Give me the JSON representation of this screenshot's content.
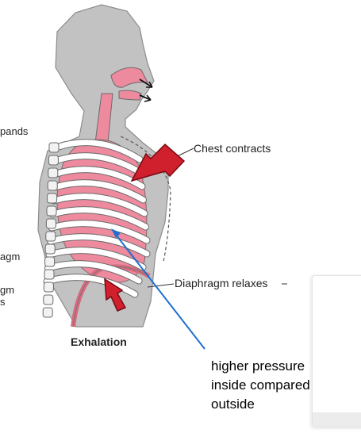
{
  "labels": {
    "inhale_partial": "pands",
    "chest": "Chest contracts",
    "diaphragm_left_1": "agm",
    "diaphragm_left_2": "gm",
    "diaphragm_left_3": "s",
    "diaphragm": "Diaphragm relaxes",
    "caption": "Exhalation"
  },
  "note": {
    "line1": "higher pressure",
    "line2": "inside compared to",
    "line3": "outside"
  },
  "colors": {
    "body": "#c2c2c2",
    "lung": "#ee8a9e",
    "rib": "#ffffff",
    "arrow": "#d0202e",
    "annotation_line": "#1e6fd0"
  }
}
